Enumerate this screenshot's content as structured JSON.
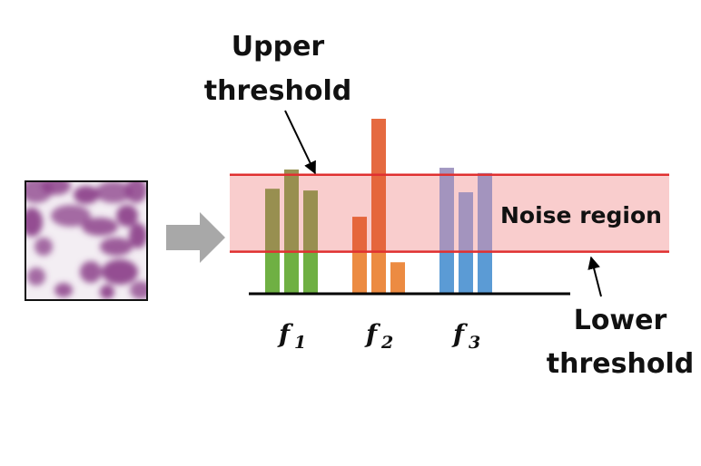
{
  "labels": {
    "upper_line1": "Upper",
    "upper_line2": "threshold",
    "lower_line1": "Lower",
    "lower_line2": "threshold",
    "noise_region": "Noise region"
  },
  "feature_groups": [
    {
      "name": "f",
      "subscript": "1",
      "values": [
        0.6,
        0.71,
        0.59
      ],
      "colors": {
        "top": "#8f8a45",
        "bottom": "#6fb043"
      }
    },
    {
      "name": "f",
      "subscript": "2",
      "values": [
        0.44,
        1.0,
        0.18
      ],
      "colors": {
        "top": "#e35d30",
        "bottom": "#ec8b42"
      }
    },
    {
      "name": "f",
      "subscript": "3",
      "values": [
        0.72,
        0.58,
        0.69
      ],
      "colors": {
        "top": "#9b8fbd",
        "bottom": "#5b9bd5"
      }
    }
  ],
  "thresholds": {
    "upper": 0.68,
    "lower": 0.24
  },
  "colors": {
    "threshold_line": "#e03030",
    "noise_band": "#f8c8c8",
    "axis": "#000000",
    "arrow": "#a8a8a8",
    "tissue": "#8a3c88"
  },
  "icons": {
    "input_image": "histopathology-patch-icon",
    "flow_arrow": "right-arrow-icon"
  }
}
